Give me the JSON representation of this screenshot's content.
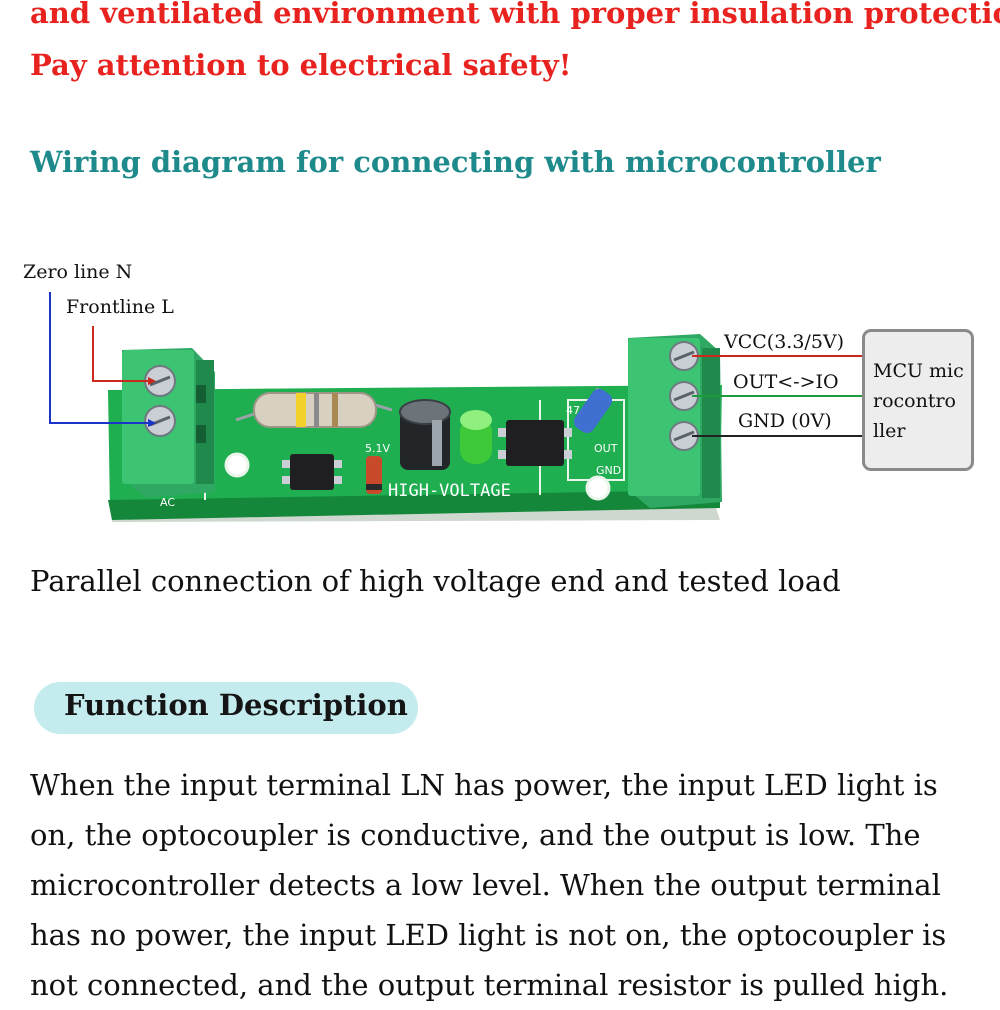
{
  "warning": {
    "line1": "and ventilated environment with proper insulation protection",
    "line2": "Pay attention to electrical safety!"
  },
  "diagram": {
    "heading": "Wiring diagram for connecting with microcontroller",
    "labels": {
      "zero_line": "Zero line N",
      "frontline": "Frontline L",
      "vcc": "VCC(3.3/5V)",
      "out": "OUT<->IO",
      "gnd": "GND (0V)"
    },
    "mcu_lines": [
      "MCU mic",
      "rocontro",
      "ller"
    ],
    "board_markings": [
      "HIGH-VOLTAGE",
      "OUT",
      "GND",
      "AC",
      "5.1V",
      "47"
    ],
    "caption": "Parallel connection of high voltage end and tested load",
    "wire_colors": {
      "neutral": "#1a33c8",
      "live": "#c8281e",
      "vcc": "#c8281e",
      "out": "#1f9a3c",
      "gnd": "#222222"
    }
  },
  "function": {
    "title": "Function Description",
    "lines": [
      "When the input terminal LN has power, the input LED light is",
      "on, the optocoupler is conductive, and the output is low. The",
      "microcontroller detects a low level. When the output terminal",
      "has no power, the input LED light is not on, the optocoupler is",
      "not connected, and the output terminal resistor is pulled high."
    ]
  },
  "colors": {
    "warning": "#e8231f",
    "heading": "#1f8a8c",
    "pill": "#c4ecef",
    "pcb": "#1fae50",
    "terminal": "#33b86a"
  }
}
